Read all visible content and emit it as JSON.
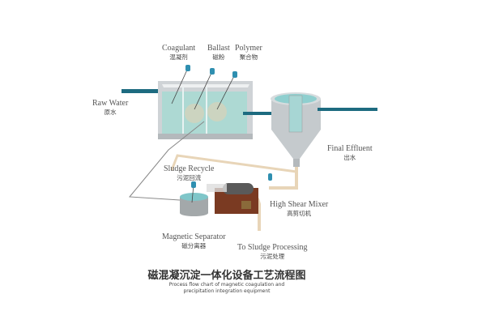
{
  "labels": {
    "coagulant": {
      "en": "Coagulant",
      "cn": "混凝剂"
    },
    "ballast": {
      "en": "Ballast",
      "cn": "磁粉"
    },
    "polymer": {
      "en": "Polymer",
      "cn": "聚合物"
    },
    "raw_water": {
      "en": "Raw Water",
      "cn": "原水"
    },
    "final_effluent": {
      "en": "Final Effluent",
      "cn": "出水"
    },
    "sludge_recycle": {
      "en": "Sludge Recycle",
      "cn": "污泥回流"
    },
    "high_shear_mixer": {
      "en": "High Shear Mixer",
      "cn": "高剪切机"
    },
    "magnetic_separator": {
      "en": "Magnetic Separator",
      "cn": "磁分离器"
    },
    "sludge_processing": {
      "en": "To Sludge Processing",
      "cn": "污泥处理"
    }
  },
  "title": {
    "cn": "磁混凝沉淀一体化设备工艺流程图",
    "en_line1": "Process flow chart of magnetic coagulation and",
    "en_line2": "precipitation integration equipment"
  },
  "colors": {
    "water": "#9fd3d0",
    "pipe": "#1d6b80",
    "tank": "#c9cdd0",
    "sludge_pipe": "#e8d5b8",
    "mixer": "#7a3a22"
  }
}
